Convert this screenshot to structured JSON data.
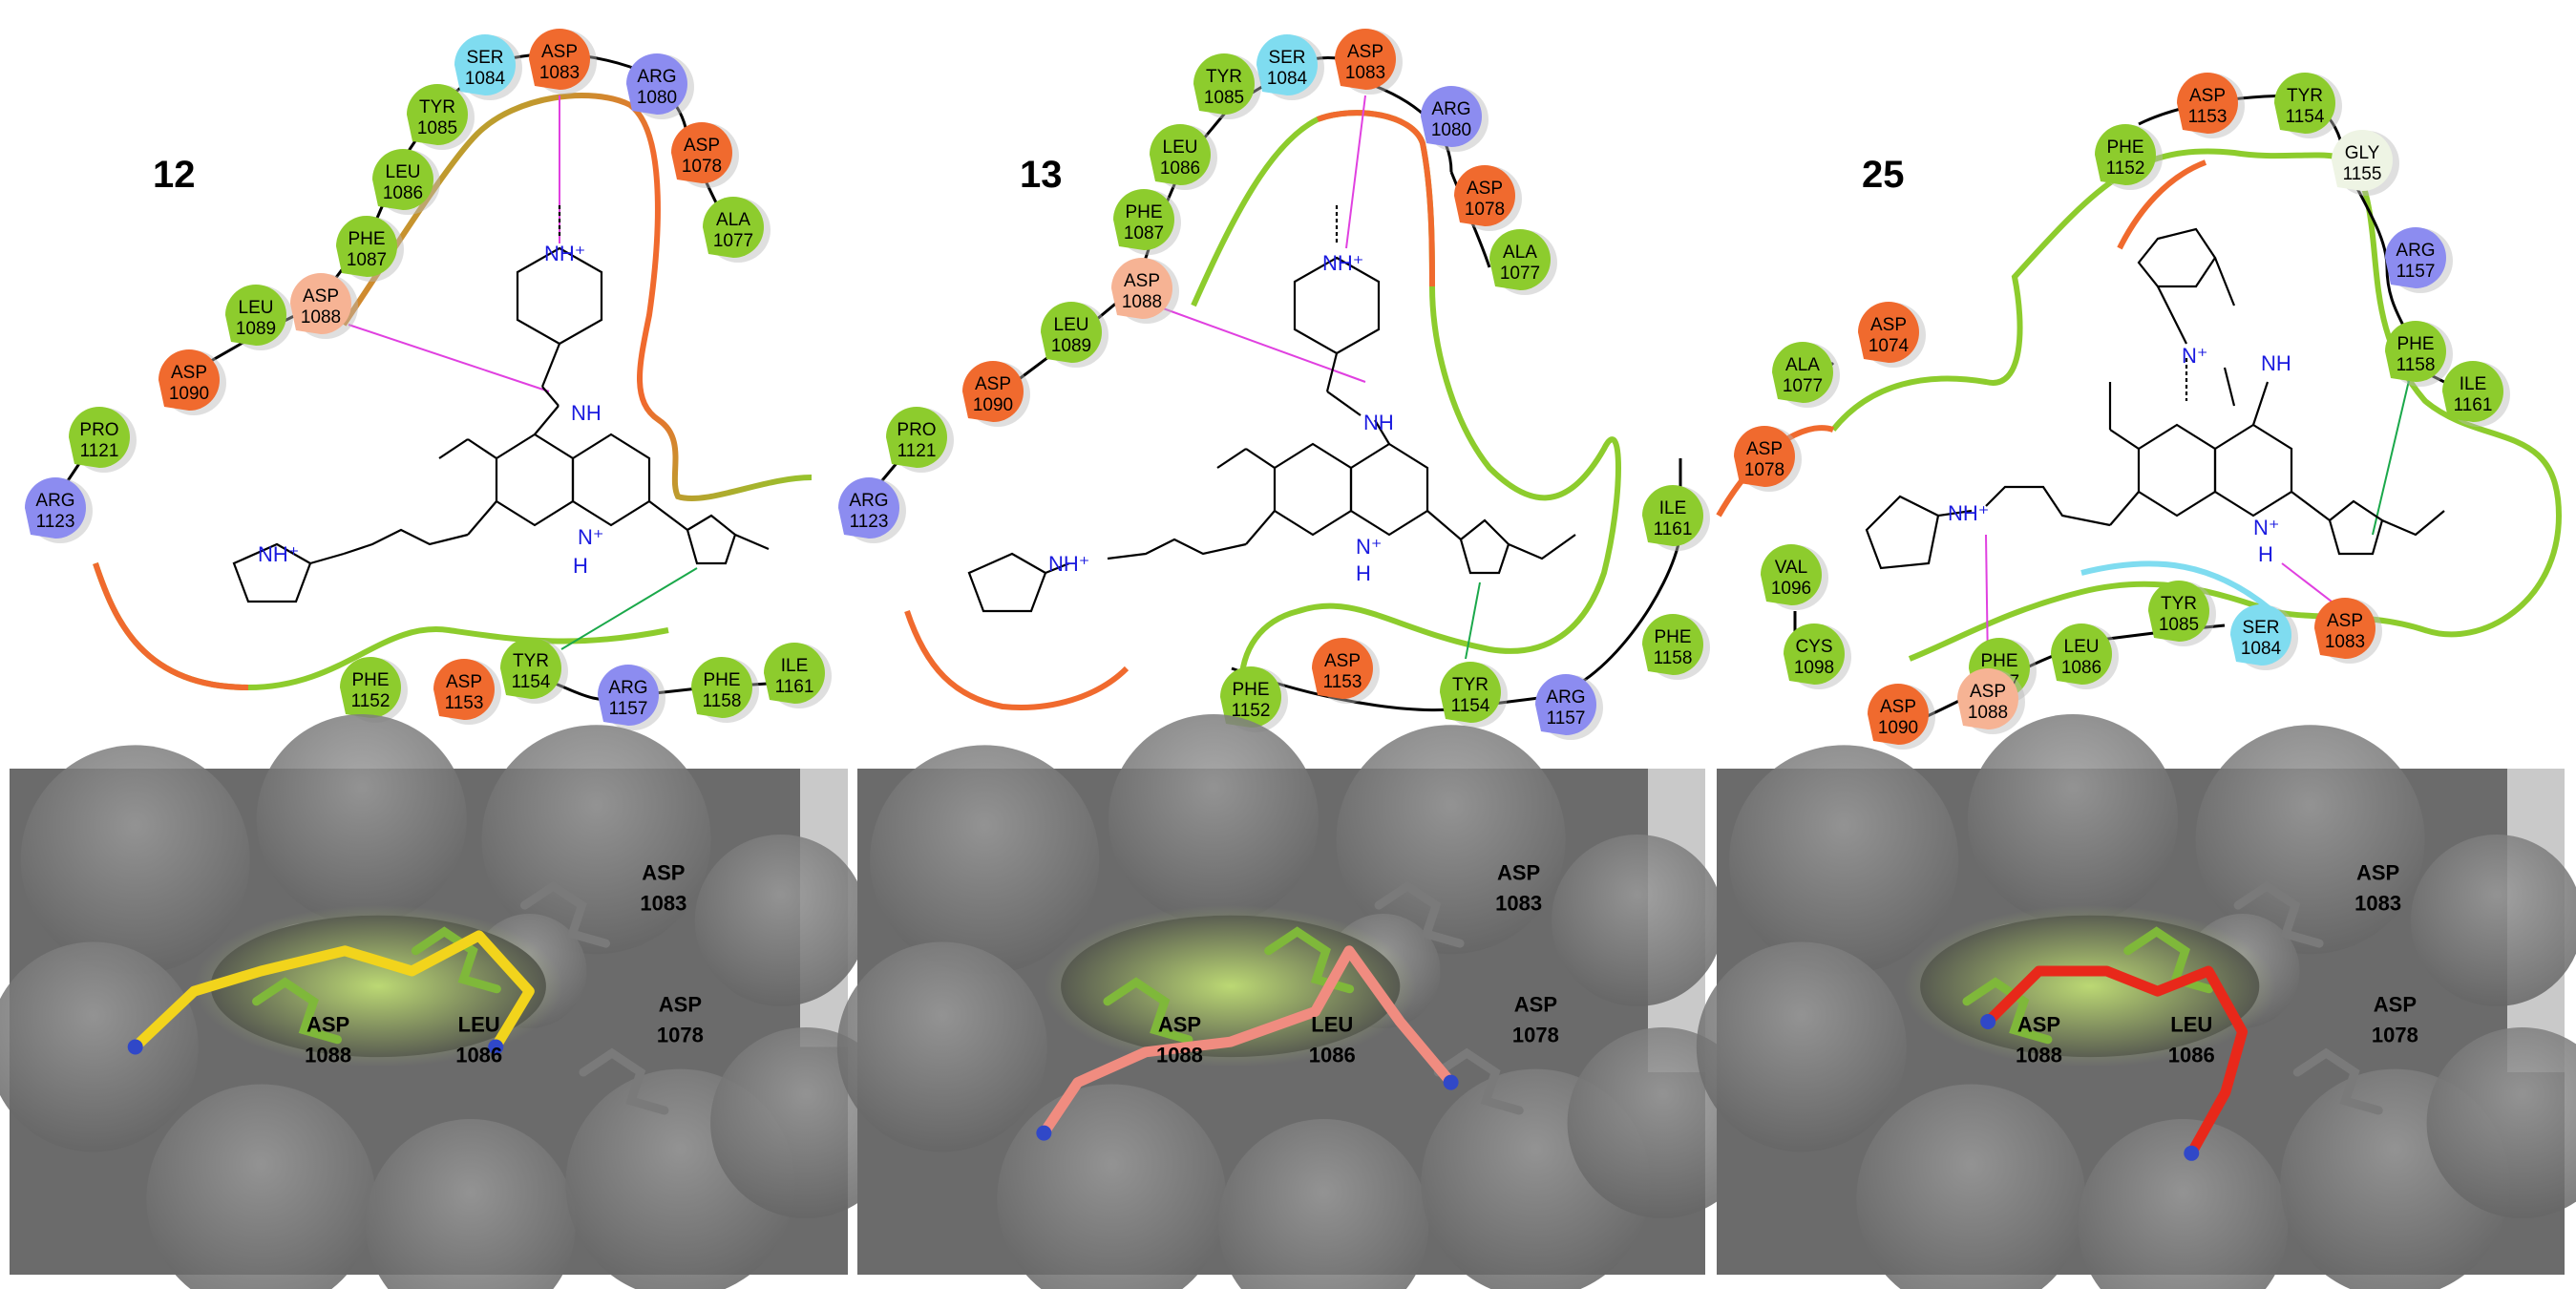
{
  "colors": {
    "negative": "#f06a2e",
    "negative_light": "#f6b394",
    "positive": "#8c8cf0",
    "hydrophobic": "#8dcc2d",
    "polar": "#7fdcf0",
    "glycine": "#eef4e4",
    "hbond": "#e040e0",
    "pi": "#1aa84a",
    "surface": "#7a7a7a",
    "pocket": "#c8e878"
  },
  "diagrams": [
    {
      "title": "12",
      "residues": [
        {
          "name": "SER",
          "num": "1084"
        },
        {
          "name": "ASP",
          "num": "1083"
        },
        {
          "name": "ARG",
          "num": "1080"
        },
        {
          "name": "TYR",
          "num": "1085"
        },
        {
          "name": "ASP",
          "num": "1078"
        },
        {
          "name": "LEU",
          "num": "1086"
        },
        {
          "name": "ALA",
          "num": "1077"
        },
        {
          "name": "PHE",
          "num": "1087"
        },
        {
          "name": "LEU",
          "num": "1089"
        },
        {
          "name": "ASP",
          "num": "1088"
        },
        {
          "name": "ASP",
          "num": "1090"
        },
        {
          "name": "PRO",
          "num": "1121"
        },
        {
          "name": "ARG",
          "num": "1123"
        },
        {
          "name": "PHE",
          "num": "1152"
        },
        {
          "name": "ASP",
          "num": "1153"
        },
        {
          "name": "TYR",
          "num": "1154"
        },
        {
          "name": "ARG",
          "num": "1157"
        },
        {
          "name": "PHE",
          "num": "1158"
        },
        {
          "name": "ILE",
          "num": "1161"
        }
      ],
      "atoms": [
        "NH⁺",
        "NH",
        "N⁺",
        "H",
        "NH⁺"
      ]
    },
    {
      "title": "13",
      "residues": [
        {
          "name": "SER",
          "num": "1084"
        },
        {
          "name": "ASP",
          "num": "1083"
        },
        {
          "name": "TYR",
          "num": "1085"
        },
        {
          "name": "ARG",
          "num": "1080"
        },
        {
          "name": "LEU",
          "num": "1086"
        },
        {
          "name": "ASP",
          "num": "1078"
        },
        {
          "name": "PHE",
          "num": "1087"
        },
        {
          "name": "ALA",
          "num": "1077"
        },
        {
          "name": "ASP",
          "num": "1088"
        },
        {
          "name": "LEU",
          "num": "1089"
        },
        {
          "name": "ASP",
          "num": "1090"
        },
        {
          "name": "PRO",
          "num": "1121"
        },
        {
          "name": "ARG",
          "num": "1123"
        },
        {
          "name": "ILE",
          "num": "1161"
        },
        {
          "name": "PHE",
          "num": "1158"
        },
        {
          "name": "PHE",
          "num": "1152"
        },
        {
          "name": "ASP",
          "num": "1153"
        },
        {
          "name": "TYR",
          "num": "1154"
        },
        {
          "name": "ARG",
          "num": "1157"
        }
      ],
      "atoms": [
        "NH⁺",
        "NH",
        "N⁺",
        "H",
        "NH⁺"
      ]
    },
    {
      "title": "25",
      "residues": [
        {
          "name": "ASP",
          "num": "1153"
        },
        {
          "name": "TYR",
          "num": "1154"
        },
        {
          "name": "PHE",
          "num": "1152"
        },
        {
          "name": "GLY",
          "num": "1155"
        },
        {
          "name": "ARG",
          "num": "1157"
        },
        {
          "name": "ASP",
          "num": "1074"
        },
        {
          "name": "ALA",
          "num": "1077"
        },
        {
          "name": "PHE",
          "num": "1158"
        },
        {
          "name": "ILE",
          "num": "1161"
        },
        {
          "name": "ASP",
          "num": "1078"
        },
        {
          "name": "VAL",
          "num": "1096"
        },
        {
          "name": "CYS",
          "num": "1098"
        },
        {
          "name": "TYR",
          "num": "1085"
        },
        {
          "name": "SER",
          "num": "1084"
        },
        {
          "name": "ASP",
          "num": "1083"
        },
        {
          "name": "LEU",
          "num": "1086"
        },
        {
          "name": "PHE",
          "num": "1087"
        },
        {
          "name": "ASP",
          "num": "1088"
        },
        {
          "name": "ASP",
          "num": "1090"
        }
      ],
      "atoms": [
        "N⁺",
        "NH",
        "NH⁺",
        "N⁺",
        "H"
      ]
    }
  ],
  "surfaces": [
    {
      "ligand_color": "#f2d41c",
      "labels": [
        {
          "name": "ASP",
          "num": "1083"
        },
        {
          "name": "ASP",
          "num": "1088"
        },
        {
          "name": "LEU",
          "num": "1086"
        },
        {
          "name": "ASP",
          "num": "1078"
        }
      ]
    },
    {
      "ligand_color": "#f08c80",
      "labels": [
        {
          "name": "ASP",
          "num": "1083"
        },
        {
          "name": "ASP",
          "num": "1088"
        },
        {
          "name": "LEU",
          "num": "1086"
        },
        {
          "name": "ASP",
          "num": "1078"
        }
      ]
    },
    {
      "ligand_color": "#e8281a",
      "labels": [
        {
          "name": "ASP",
          "num": "1083"
        },
        {
          "name": "ASP",
          "num": "1088"
        },
        {
          "name": "LEU",
          "num": "1086"
        },
        {
          "name": "ASP",
          "num": "1078"
        }
      ]
    }
  ]
}
